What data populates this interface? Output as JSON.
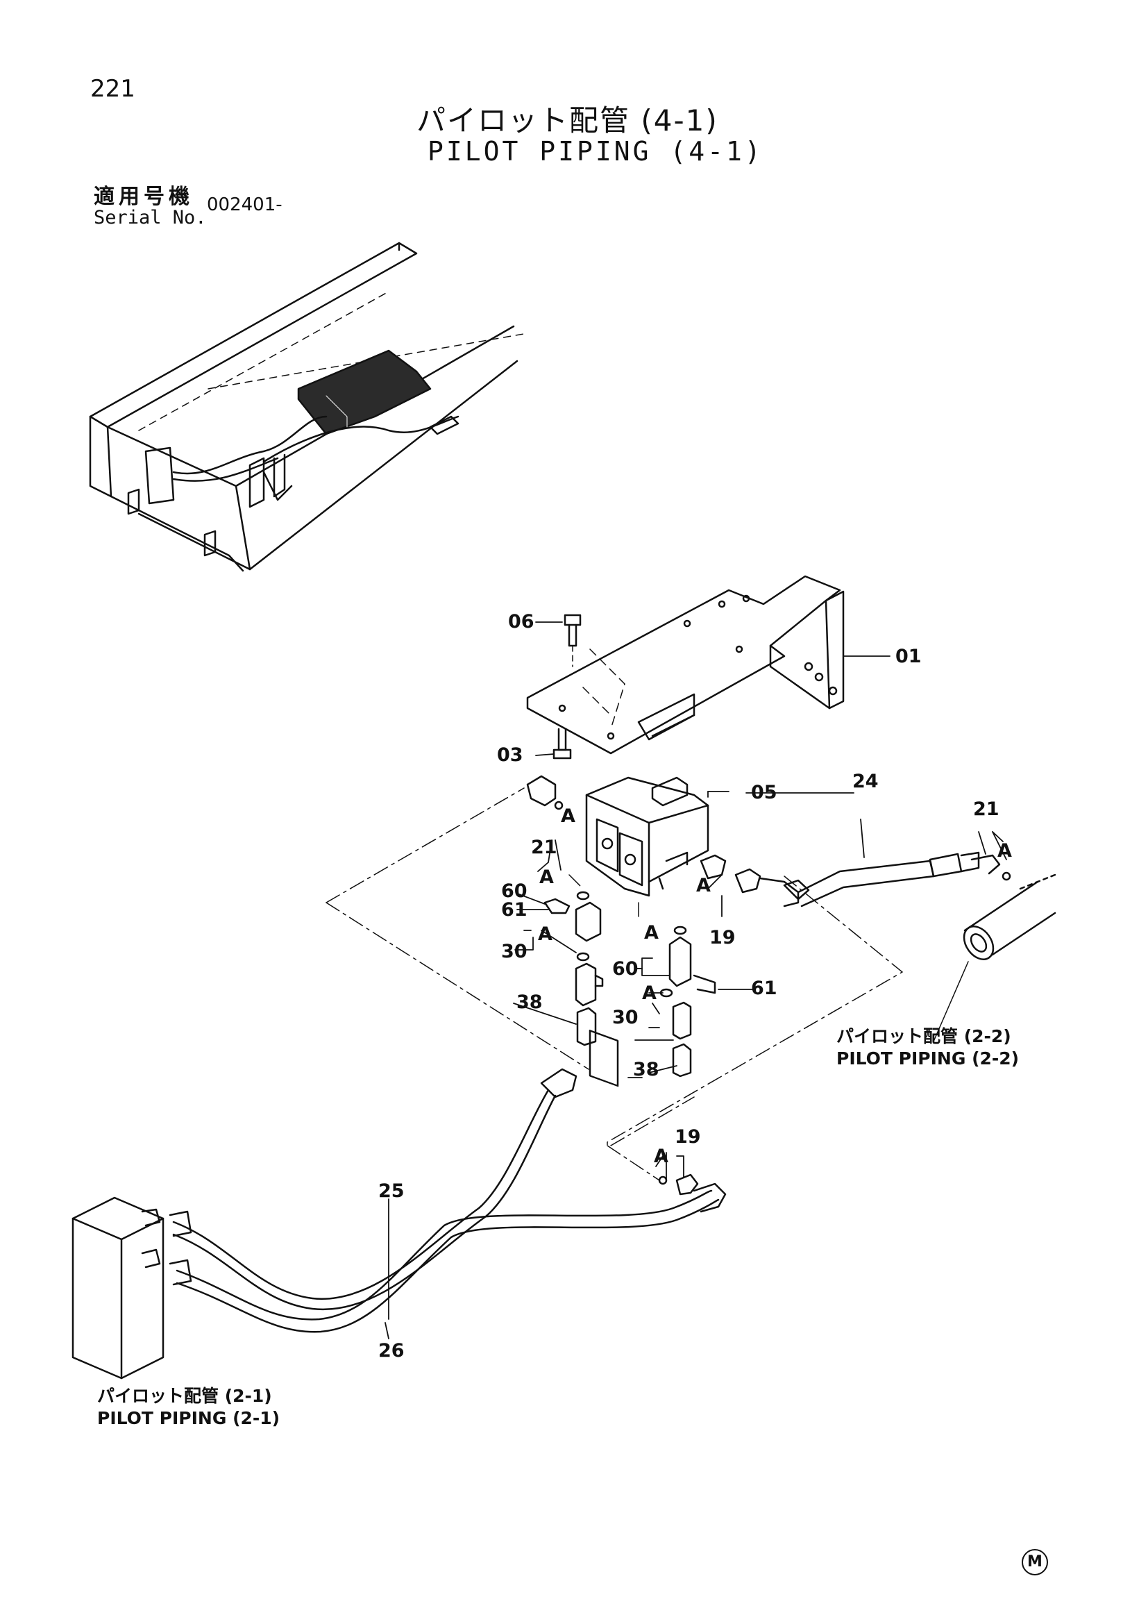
{
  "page": {
    "number": "221"
  },
  "title": {
    "jp": "パイロット配管 (4-1)",
    "en": "PILOT PIPING (4-1)"
  },
  "serial": {
    "label_jp": "適用号機",
    "label_en": "Serial No.",
    "value": "002401-"
  },
  "callouts": {
    "c01": "01",
    "c03": "03",
    "c05": "05",
    "c06": "06",
    "c19a": "19",
    "c19b": "19",
    "c21a": "21",
    "c21b": "21",
    "c24": "24",
    "c25": "25",
    "c26": "26",
    "c30a": "30",
    "c30b": "30",
    "c38a": "38",
    "c38b": "38",
    "c60a": "60",
    "c60b": "60",
    "c61a": "61",
    "c61b": "61",
    "A": "A"
  },
  "references": {
    "pilot_2_2_jp": "パイロット配管 (2-2)",
    "pilot_2_2_en": "PILOT PIPING (2-2)",
    "pilot_2_1_jp": "パイロット配管 (2-1)",
    "pilot_2_1_en": "PILOT PIPING (2-1)"
  },
  "mark": "M",
  "icons": [
    "valve-block-icon",
    "bracket-plate-icon",
    "hose-icon",
    "fitting-icon"
  ]
}
